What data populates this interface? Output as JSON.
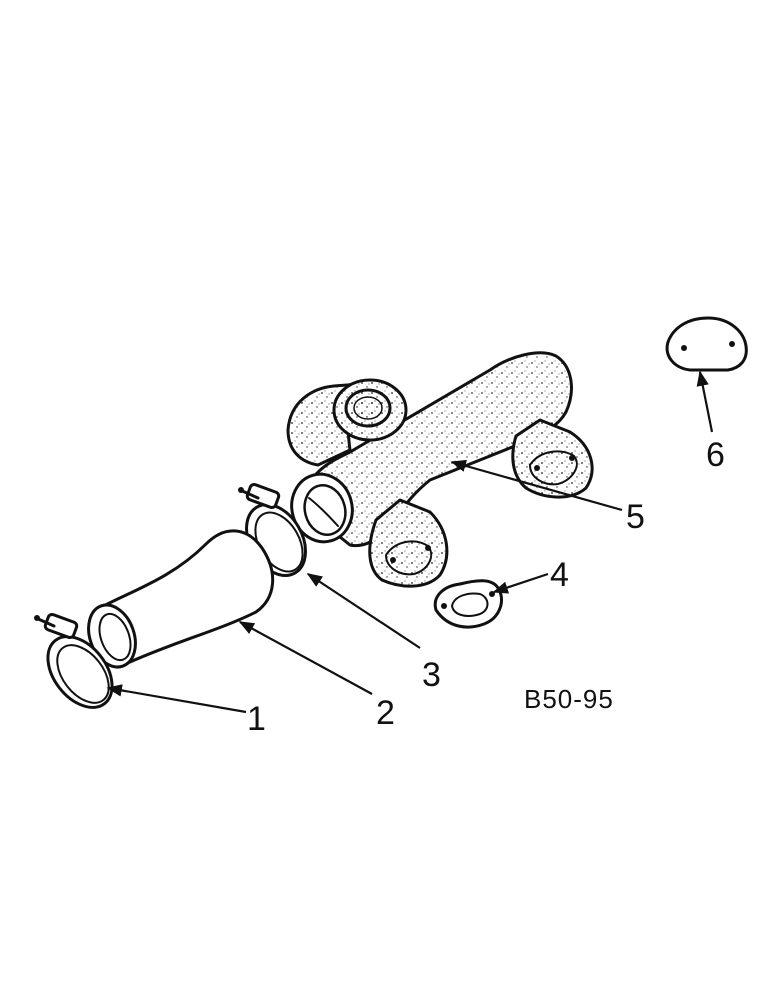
{
  "figure_code": "B50-95",
  "callouts": [
    {
      "id": "1",
      "label": "1"
    },
    {
      "id": "2",
      "label": "2"
    },
    {
      "id": "3",
      "label": "3"
    },
    {
      "id": "4",
      "label": "4"
    },
    {
      "id": "5",
      "label": "5"
    },
    {
      "id": "6",
      "label": "6"
    }
  ]
}
